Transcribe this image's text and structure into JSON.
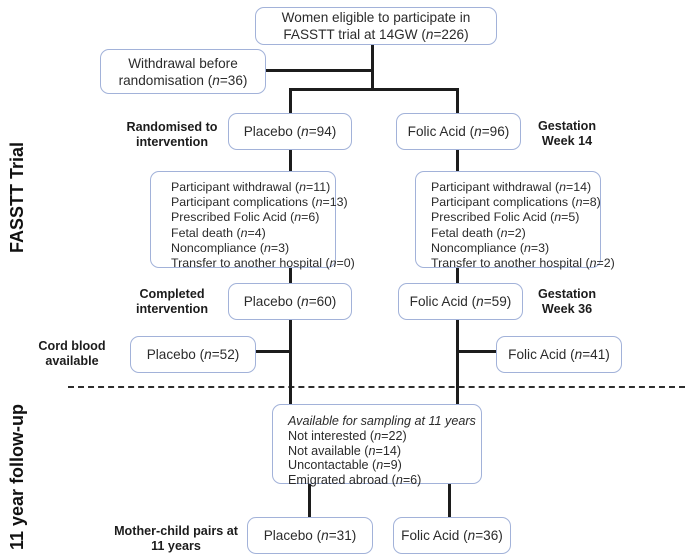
{
  "side_labels": {
    "trial": "FASSTT Trial",
    "followup": "11 year follow-up"
  },
  "boxes": {
    "eligible": {
      "text": "Women eligible to participate in FASSTT trial at 14GW (n=226)"
    },
    "withdrawal": {
      "text": "Withdrawal before randomisation (n=36)"
    },
    "placebo_randomised": {
      "text": "Placebo (n=94)"
    },
    "folic_randomised": {
      "text": "Folic Acid (n=96)"
    },
    "detail_placebo": {
      "lines": [
        "Participant withdrawal (n=11)",
        "Participant complications (n=13)",
        "Prescribed Folic Acid (n=6)",
        "Fetal death (n=4)",
        "Noncompliance (n=3)",
        "Transfer to another hospital (n=0)"
      ]
    },
    "detail_folic": {
      "lines": [
        "Participant withdrawal (n=14)",
        "Participant complications (n=8)",
        "Prescribed Folic Acid (n=5)",
        "Fetal death (n=2)",
        "Noncompliance (n=3)",
        "Transfer to another hospital (n=2)"
      ]
    },
    "placebo_completed": {
      "text": "Placebo (n=60)"
    },
    "folic_completed": {
      "text": "Folic Acid (n=59)"
    },
    "placebo_cord": {
      "text": "Placebo (n=52)"
    },
    "folic_cord": {
      "text": "Folic Acid (n=41)"
    },
    "sampling": {
      "title": "Available for sampling at 11 years",
      "lines": [
        "Not interested (n=22)",
        "Not available (n=14)",
        "Uncontactable (n=9)",
        "Emigrated abroad (n=6)"
      ]
    },
    "placebo_11y": {
      "text": "Placebo (n=31)"
    },
    "folic_11y": {
      "text": "Folic Acid (n=36)"
    }
  },
  "labels": {
    "randomised": "Randomised to intervention",
    "gestation14": "Gestation Week 14",
    "completed": "Completed intervention",
    "gestation36": "Gestation Week 36",
    "cord_blood": "Cord blood available",
    "mother_child": "Mother-child pairs at 11 years"
  },
  "colors": {
    "box_border": "#a2b2d9",
    "line": "#1c1c1c",
    "text": "#2b2b2b"
  }
}
